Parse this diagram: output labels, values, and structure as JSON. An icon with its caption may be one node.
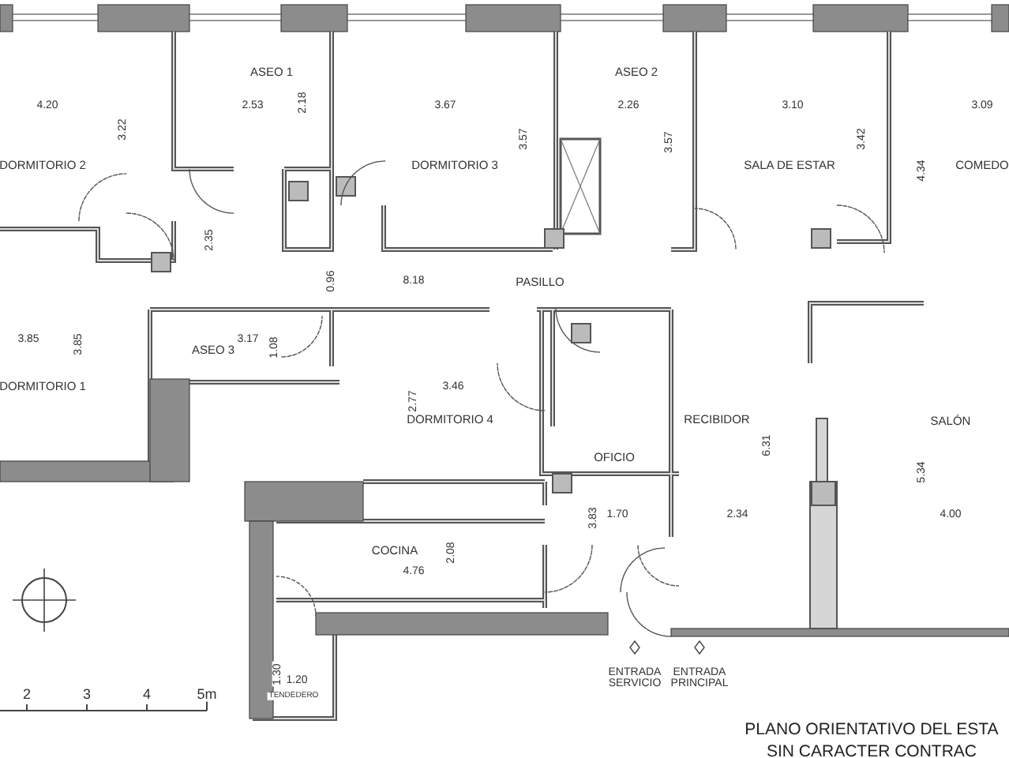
{
  "diagram": {
    "title": "PLANO ORIENTATIVO DEL ESTA SIN CARACTER CONTRAC",
    "labels": [
      "4.20",
      "3.22",
      "ASEO 1",
      "2.53",
      "2.18",
      "DORMITORIO 2",
      "2.35",
      "3.67",
      "3.57",
      "DORMITORIO 3",
      "ASEO 2",
      "2.26",
      "3.57",
      "3.10",
      "3.42",
      "SALA DE ESTAR",
      "3.09",
      "4.34",
      "COMEDO",
      "0.96",
      "8.18",
      "PASILLO",
      "3.85",
      "3.85",
      "ASEO 3",
      "3.17",
      "1.08",
      "DORMITORIO 1",
      "2.77",
      "3.46",
      "DORMITORIO 4",
      "OFICIO",
      "RECIBIDOR",
      "6.31",
      "SALÓN",
      "5.34",
      "2.34",
      "4.00",
      "3.83",
      "1.70",
      "COCINA",
      "2.08",
      "4.76",
      "1.30",
      "1.20",
      "TENDEDERO",
      "ENTRADA SERVICIO",
      "ENTRADA PRINCIPAL",
      "2",
      "3",
      "4",
      "5m"
    ]
  }
}
